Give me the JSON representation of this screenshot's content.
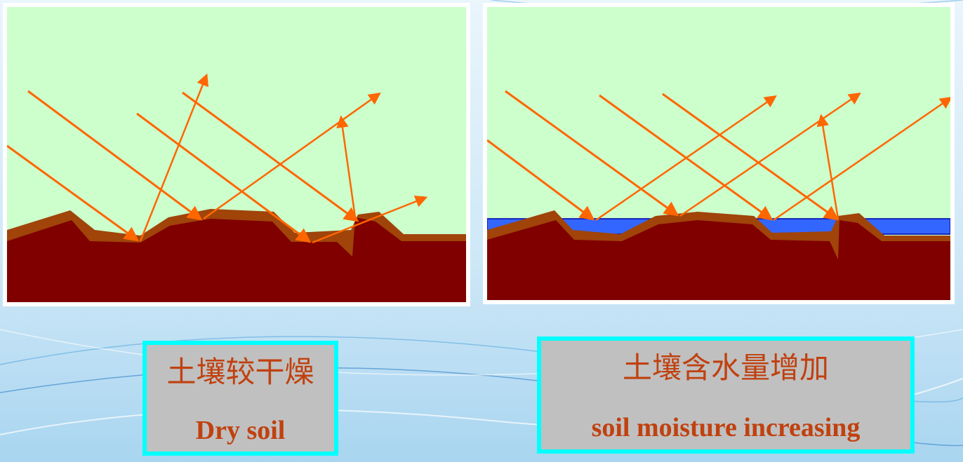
{
  "colors": {
    "sky": "#ccffcc",
    "soil": "#800000",
    "soil_edge": "#a0440a",
    "water": "#3366ff",
    "ray": "#ff6600",
    "caption_bg": "#c0c0c0",
    "caption_border": "#00ffff",
    "caption_text": "#c0410f"
  },
  "panels": [
    {
      "id": "dry",
      "caption": {
        "zh": "土壤较干燥",
        "en": "Dry soil"
      }
    },
    {
      "id": "wet",
      "caption": {
        "zh": "土壤含水量增加",
        "en": "soil moisture increasing"
      }
    }
  ]
}
